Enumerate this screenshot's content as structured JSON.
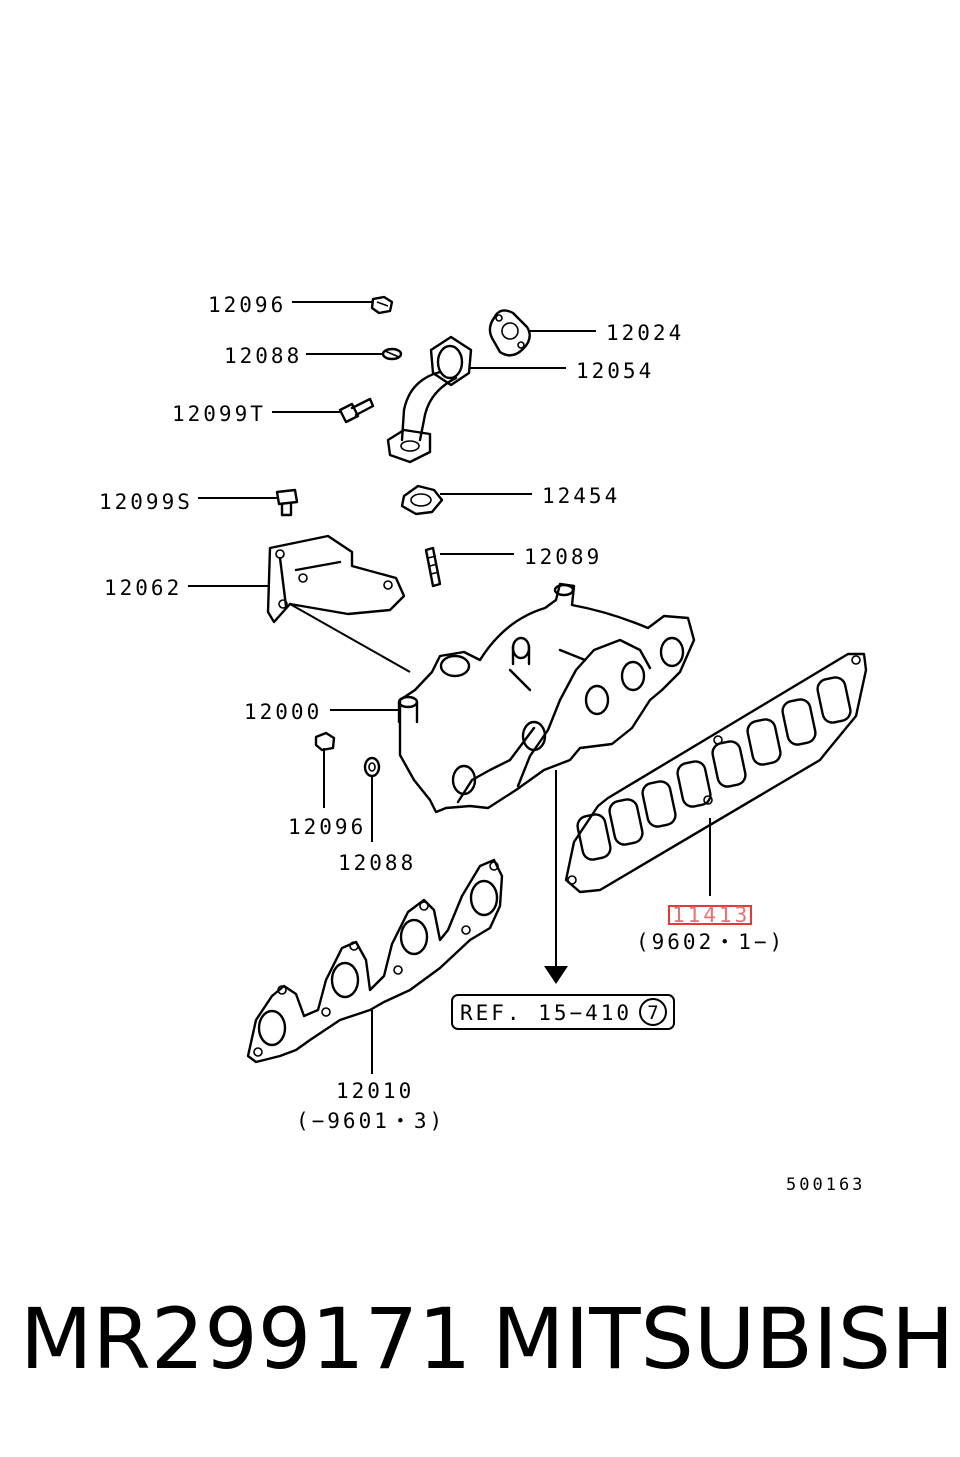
{
  "callouts": {
    "c12096_top": "12096",
    "c12088_top": "12088",
    "c12099T": "12099T",
    "c12024": "12024",
    "c12054": "12054",
    "c12099S": "12099S",
    "c12454": "12454",
    "c12089": "12089",
    "c12062": "12062",
    "c12000": "12000",
    "c12096_bottom": "12096",
    "c12088_bottom": "12088",
    "c11413": "11413",
    "c11413_range": "(9602・1−)",
    "c12010": "12010",
    "c12010_range": "(−9601・3)"
  },
  "reference": {
    "label": "REF. 15−410",
    "circled_number": "7"
  },
  "diagram_id": "500163",
  "highlight_color": "#e53935",
  "footer": {
    "part_number": "MR299171",
    "brand": "MITSUBISHI"
  }
}
